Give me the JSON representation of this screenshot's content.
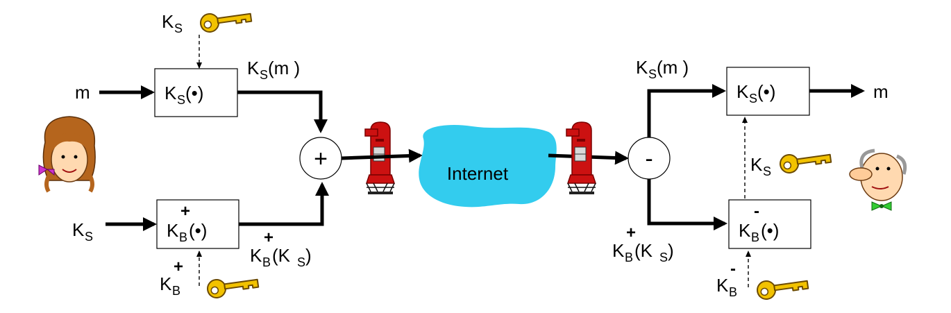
{
  "sender": {
    "message_input": "m",
    "session_key_input": "K",
    "session_key_sub": "S",
    "top_key": {
      "letter": "K",
      "sub": "S"
    },
    "bottom_key": {
      "letter": "K",
      "sub": "B",
      "sup": "+"
    },
    "sym_box": {
      "letter": "K",
      "sub": "S",
      "arg": "(•)"
    },
    "pub_box": {
      "letter": "K",
      "sub": "B",
      "sup": "+",
      "arg": "(•)"
    },
    "sym_output": {
      "letter": "K",
      "sub": "S",
      "arg": "(m )"
    },
    "pub_output": {
      "letter": "K",
      "sub": "B",
      "sup": "+",
      "arg": "(K",
      "arg_sub": "S",
      "arg_end": " )"
    },
    "combiner": "+"
  },
  "network": {
    "label": "Internet"
  },
  "receiver": {
    "splitter": "-",
    "sym_input": {
      "letter": "K",
      "sub": "S",
      "arg": "(m )"
    },
    "pub_input": {
      "letter": "K",
      "sub": "B",
      "sup": "+",
      "arg": "(K",
      "arg_sub": "S",
      "arg_end": " )"
    },
    "sym_box": {
      "letter": "K",
      "sub": "S",
      "arg": "(•)"
    },
    "priv_box": {
      "letter": "K",
      "sub": "B",
      "sup": "-",
      "arg": "(•)"
    },
    "recovered_key": {
      "letter": "K",
      "sub": "S"
    },
    "bottom_key": {
      "letter": "K",
      "sub": "B",
      "sup": "-"
    },
    "message_output": "m"
  },
  "colors": {
    "key": "#f2c200",
    "key_outline": "#6b4a00",
    "cloud": "#33ccee",
    "mailbox": "#cc1111",
    "mailbox_dark": "#7a0000"
  }
}
